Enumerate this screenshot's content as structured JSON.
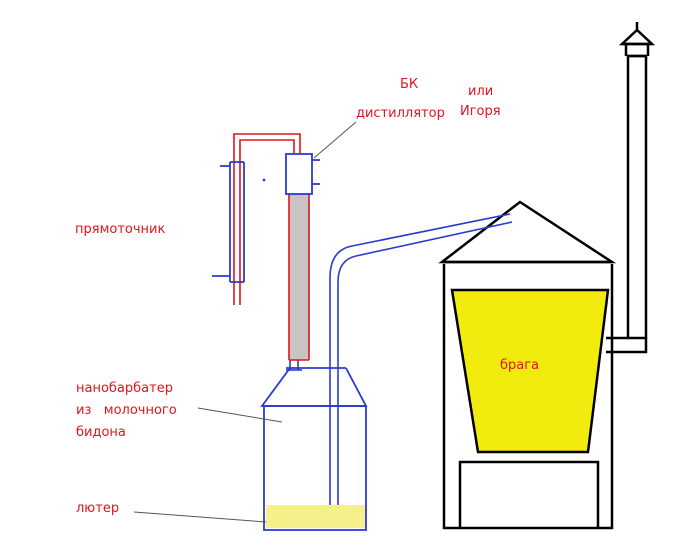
{
  "labels": {
    "bk": "БК",
    "ili": "или",
    "distillator": "дистиллятор",
    "igorya": "Игоря",
    "pryamotochnik": "прямоточник",
    "nanobarbater_line1": "нанобарбатер",
    "nanobarbater_line2": "из   молочного",
    "nanobarbater_line3": "бидона",
    "braga": "брага",
    "lyuter": "лютер"
  },
  "colors": {
    "text": "#e0151b",
    "pipe_blue": "#2a3bd0",
    "pipe_red": "#e0151b",
    "oven": "#000000",
    "braga_fill": "#f2ec0e",
    "lyuter_fill": "#f5f08a",
    "packing": "#c9c3c3"
  }
}
